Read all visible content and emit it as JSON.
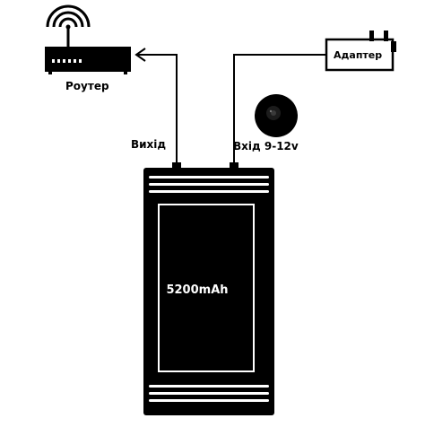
{
  "labels": {
    "router": "Роутер",
    "output": "Вихід",
    "input": "Вхід 9-12v",
    "adapter": "Адаптер",
    "capacity": "5200mAh"
  },
  "icons": [
    "wifi-router-icon",
    "dc-jack-icon",
    "power-adapter-icon",
    "power-bank"
  ],
  "colors": {
    "ink": "#000000",
    "background": "#ffffff",
    "bank_text": "#ffffff"
  }
}
